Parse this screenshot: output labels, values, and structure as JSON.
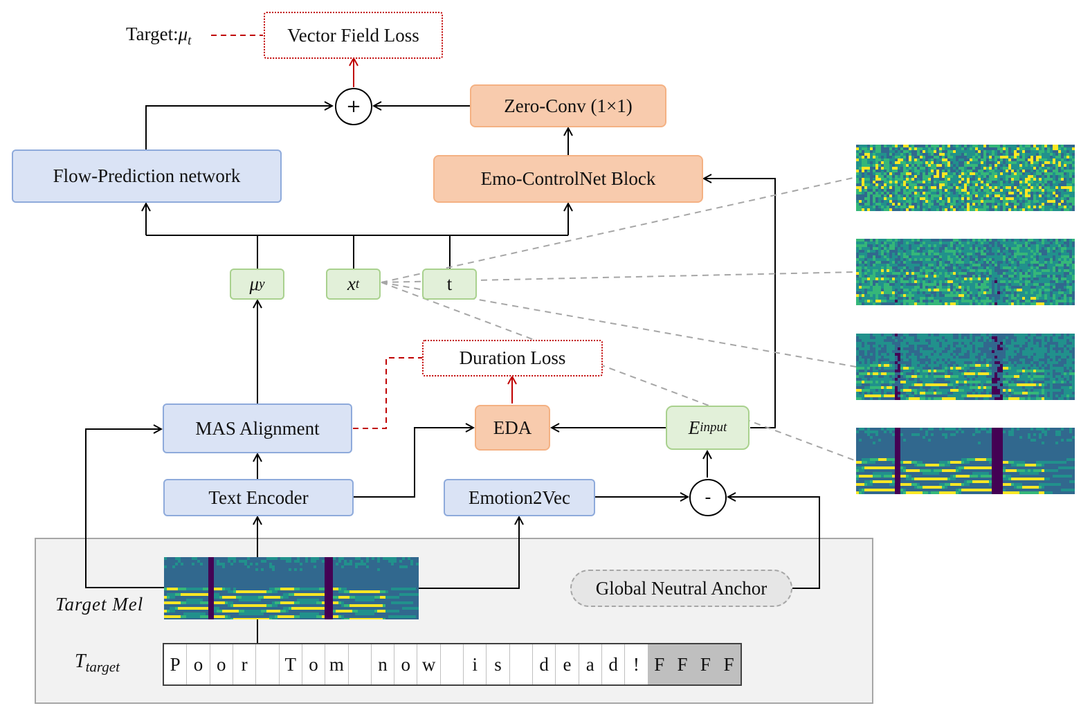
{
  "labels": {
    "vector_field_loss": "Vector Field Loss",
    "target_mu_prefix": "Target:",
    "mu_t": "μ",
    "mu_t_sub": "t",
    "plus": "+",
    "minus": "-",
    "zero_conv": "Zero-Conv (1×1)",
    "flow_prediction": "Flow-Prediction network",
    "emo_controlnet": "Emo-ControlNet Block",
    "mu_y": "μ",
    "mu_y_sub": "y",
    "x_t": "x",
    "x_t_sub": "t",
    "t": "t",
    "duration_loss": "Duration Loss",
    "mas_alignment": "MAS Alignment",
    "eda": "EDA",
    "e_input": "E",
    "e_input_sub": "input",
    "text_encoder": "Text Encoder",
    "emotion2vec": "Emotion2Vec",
    "global_neutral_anchor": "Global Neutral Anchor",
    "target_mel": "Target Mel",
    "t_target": "T",
    "t_target_sub": "target"
  },
  "tokens": [
    "P",
    "o",
    "o",
    "r",
    "",
    "T",
    "o",
    "m",
    "",
    "n",
    "o",
    "w",
    "",
    "i",
    "s",
    "",
    "d",
    "e",
    "a",
    "d",
    "!",
    "F",
    "F",
    "F",
    "F"
  ],
  "padding_token": "F",
  "colors": {
    "viridis_dark": "#440154",
    "viridis_blue": "#31688e",
    "viridis_teal": "#21918c",
    "viridis_green": "#35b779",
    "viridis_yellow": "#fde725",
    "loss_red": "#c00000"
  }
}
